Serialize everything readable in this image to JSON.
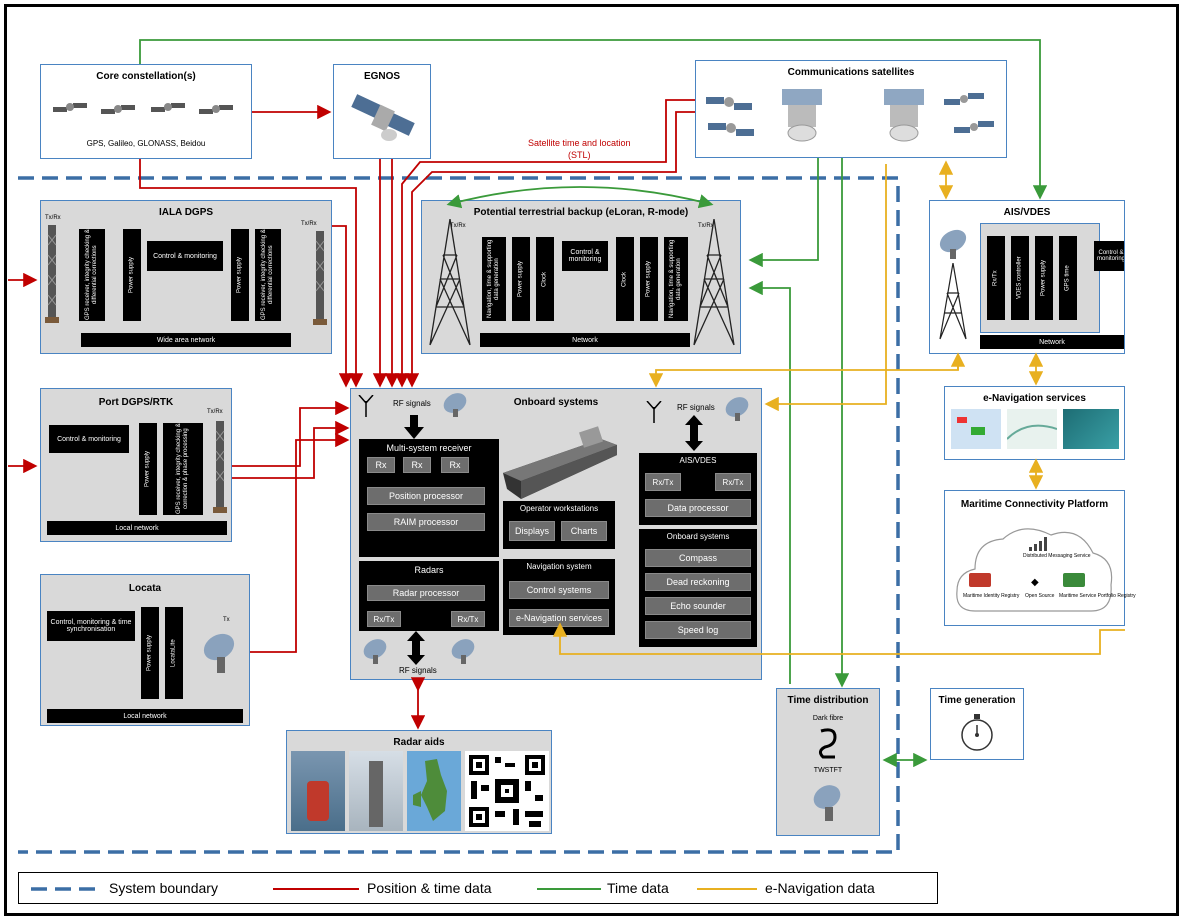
{
  "core": {
    "title": "Core constellation(s)",
    "caption": "GPS, Galileo, GLONASS, Beidou"
  },
  "egnos": {
    "title": "EGNOS"
  },
  "comms": {
    "title": "Communications satellites"
  },
  "stl_label": "Satellite time and location\n(STL)",
  "iala": {
    "title": "IALA DGPS",
    "txrx": "Tx/Rx",
    "txrx2": "Tx/Rx",
    "gps_rx": "GPS receiver, integrity checking & differential corrections",
    "power": "Power supply",
    "control": "Control & monitoring",
    "network": "Wide area network"
  },
  "terrestrial": {
    "title": "Potential terrestrial backup (eLoran, R-mode)",
    "txrx": "Tx/Rx",
    "txrx2": "Tx/Rx",
    "nav": "Navigation, time & supporting data generation",
    "power": "Power supply",
    "clock": "Clock",
    "control": "Control & monitoring",
    "network": "Network"
  },
  "aisvdes": {
    "title": "AIS/VDES",
    "rxtx": "Rx/Tx",
    "vdes": "VDES controller",
    "power": "Power supply",
    "gps": "GPS time",
    "control": "Control & monitoring",
    "network": "Network"
  },
  "enav": {
    "title": "e-Navigation services"
  },
  "mcp": {
    "title": "Maritime Connectivity Platform",
    "dist": "Distributed Messaging Service",
    "mir": "Maritime Identity Registry",
    "msr": "Maritime Service Portfolio Registry",
    "open": "Open Source"
  },
  "port": {
    "title": "Port DGPS/RTK",
    "txrx": "Tx/Rx",
    "control": "Control & monitoring",
    "power": "Power supply",
    "gps": "GPS receiver, integrity checking & correction & phase processing",
    "network": "Local network"
  },
  "locata": {
    "title": "Locata",
    "control": "Control, monitoring & time synchronisation",
    "power": "Power supply",
    "locatalite": "LocataLite",
    "tx": "Tx",
    "network": "Local network"
  },
  "onboard": {
    "title": "Onboard systems",
    "rf_left": "RF signals",
    "rf_right": "RF signals",
    "rf_bottom": "RF signals",
    "msr": {
      "title": "Multi-system receiver",
      "rx": [
        "Rx",
        "Rx",
        "Rx"
      ],
      "position": "Position processor",
      "raim": "RAIM processor"
    },
    "radars": {
      "title": "Radars",
      "processor": "Radar processor",
      "rxtx": [
        "Rx/Tx",
        "Rx/Tx"
      ]
    },
    "operator": {
      "title": "Operator workstations",
      "displays": "Displays",
      "charts": "Charts"
    },
    "navsys": {
      "title": "Navigation system",
      "control": "Control systems",
      "enav": "e-Navigation services"
    },
    "ais": {
      "title": "AIS/VDES",
      "rxtx": [
        "Rx/Tx",
        "Rx/Tx"
      ],
      "data": "Data processor"
    },
    "onb": {
      "title": "Onboard systems",
      "items": [
        "Compass",
        "Dead reckoning",
        "Echo sounder",
        "Speed log"
      ]
    }
  },
  "radar_aids": {
    "title": "Radar aids"
  },
  "time_dist": {
    "title": "Time distribution",
    "fibre": "Dark fibre",
    "twstft": "TWSTFT"
  },
  "time_gen": {
    "title": "Time generation"
  },
  "legend": {
    "items": [
      {
        "label": "System boundary",
        "color": "#3b6ea5",
        "style": "dashed"
      },
      {
        "label": "Position & time data",
        "color": "#c00000",
        "style": "solid"
      },
      {
        "label": "Time data",
        "color": "#3a9a3a",
        "style": "solid"
      },
      {
        "label": "e-Navigation data",
        "color": "#e8b020",
        "style": "solid"
      }
    ]
  }
}
